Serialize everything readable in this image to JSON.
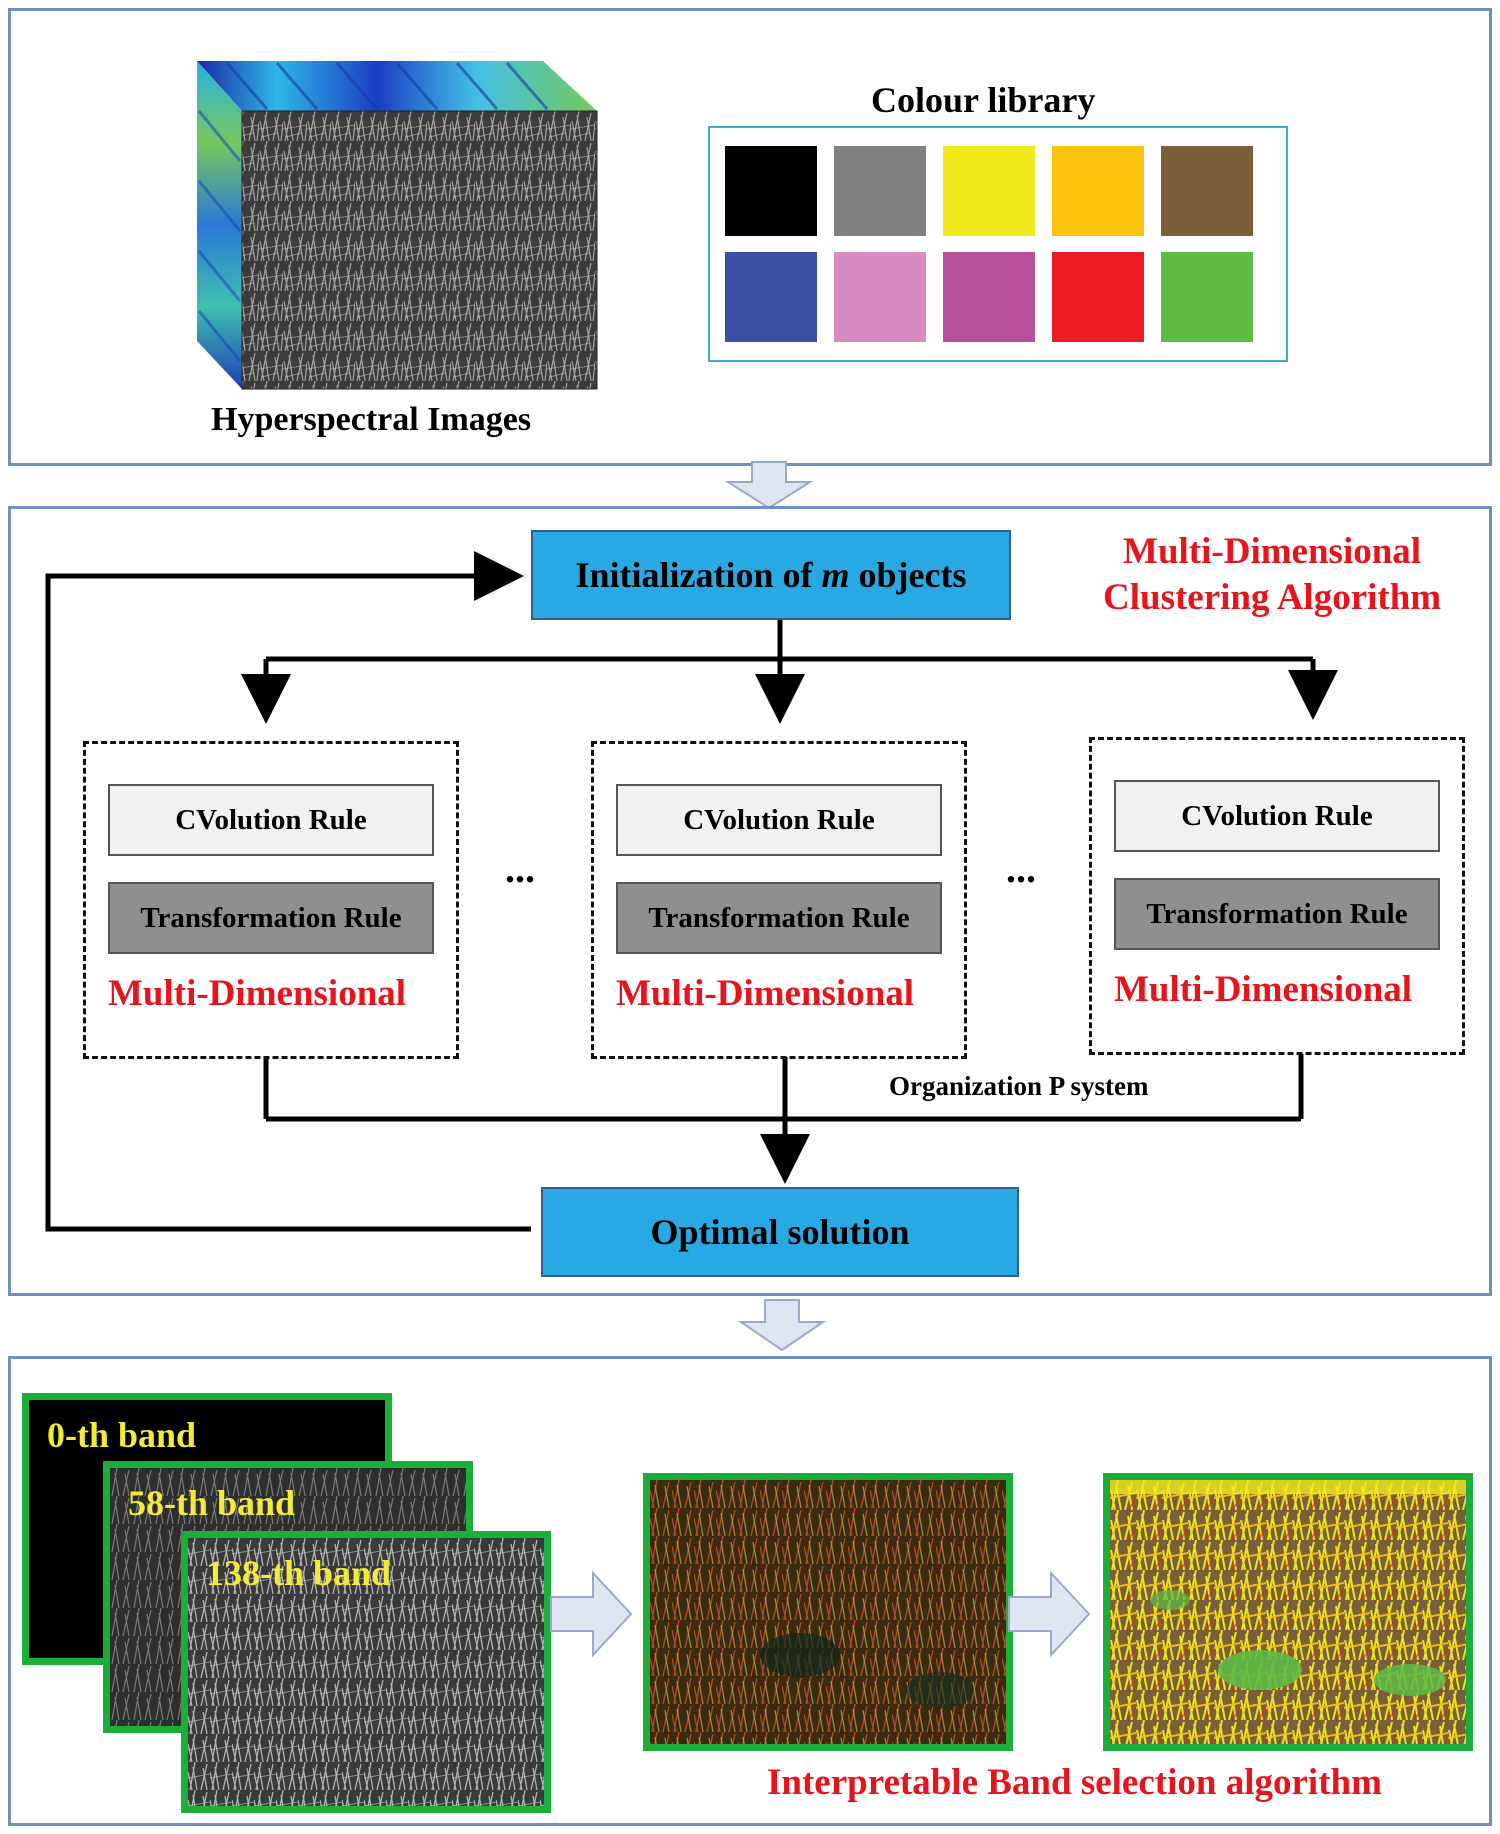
{
  "top": {
    "hsi_caption": "Hyperspectral Images",
    "colour_library_title": "Colour library",
    "swatches": [
      "#000000",
      "#808080",
      "#f3ea1d",
      "#fbc30b",
      "#7b5e3a",
      "#3a50a5",
      "#d98cc3",
      "#b64f9c",
      "#ed1c24",
      "#5dbb46"
    ]
  },
  "middle": {
    "section_title_line1": "Multi-Dimensional",
    "section_title_line2": "Clustering Algorithm",
    "init_prefix": "Initialization of ",
    "init_var": "m",
    "init_suffix": " objects",
    "membranes": [
      {
        "rule1": "CVolution Rule",
        "rule2": "Transformation Rule",
        "label": "Multi-Dimensional"
      },
      {
        "rule1": "CVolution Rule",
        "rule2": "Transformation Rule",
        "label": "Multi-Dimensional"
      },
      {
        "rule1": "CVolution Rule",
        "rule2": "Transformation Rule",
        "label": "Multi-Dimensional"
      }
    ],
    "ellipsis": "...",
    "organization_label": "Organization P system",
    "optimal_label": "Optimal solution"
  },
  "bottom": {
    "bands": [
      "0-th band",
      "58-th band",
      "138-th band"
    ],
    "result_caption": "Interpretable Band selection algorithm"
  }
}
